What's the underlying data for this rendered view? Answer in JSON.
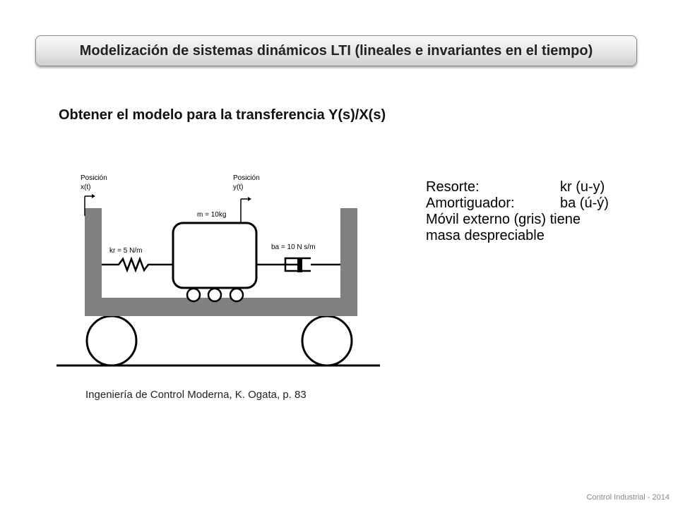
{
  "header": {
    "title": "Modelización de sistemas dinámicos LTI (lineales e invariantes en el tiempo)"
  },
  "subtitle": "Obtener el modelo para la transferencia Y(s)/X(s)",
  "diagram": {
    "position_x": {
      "line1": "Posición",
      "line2": "x(t)"
    },
    "position_y": {
      "line1": "Posición",
      "line2": "y(t)"
    },
    "mass_label": "m = 10kg",
    "spring_label": "kr = 5 N/m",
    "damper_label": "ba = 10 N s/m"
  },
  "notes": {
    "rows": [
      {
        "key": "Resorte:",
        "value": "kr (u-y)"
      },
      {
        "key": "Amortiguador:",
        "value": "ba (ú-ý)"
      }
    ],
    "line3": "Móvil externo (gris) tiene",
    "line4": "masa despreciable"
  },
  "caption": "Ingeniería de Control Moderna, K. Ogata, p. 83",
  "footer": "Control Industrial - 2014",
  "colors": {
    "cart_gray": "#808080",
    "line": "#000000"
  }
}
